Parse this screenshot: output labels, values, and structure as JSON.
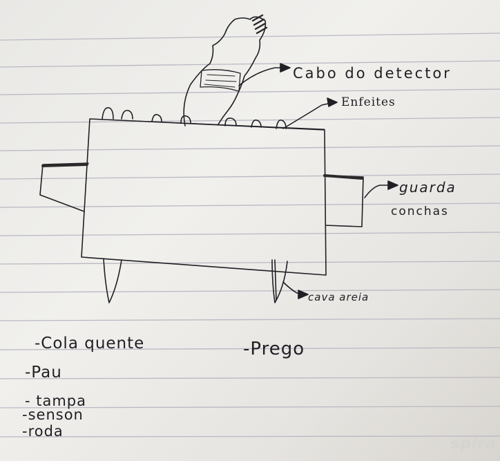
{
  "diagram": {
    "labels": {
      "cabo_do_detector": "Cabo do detector",
      "enfeites": "Enfeites",
      "guarda_line1": "guarda",
      "guarda_line2": "conchas",
      "cava_areia": "cava areia"
    },
    "materials": [
      "-Cola quente",
      "-Pau",
      "- tampa",
      "-senson",
      "-roda",
      "-Prego"
    ],
    "watermark": "spira"
  },
  "colors": {
    "ink": "#1f1f24",
    "paper": "#eeede9",
    "rule_line": "#b9b8c2"
  }
}
